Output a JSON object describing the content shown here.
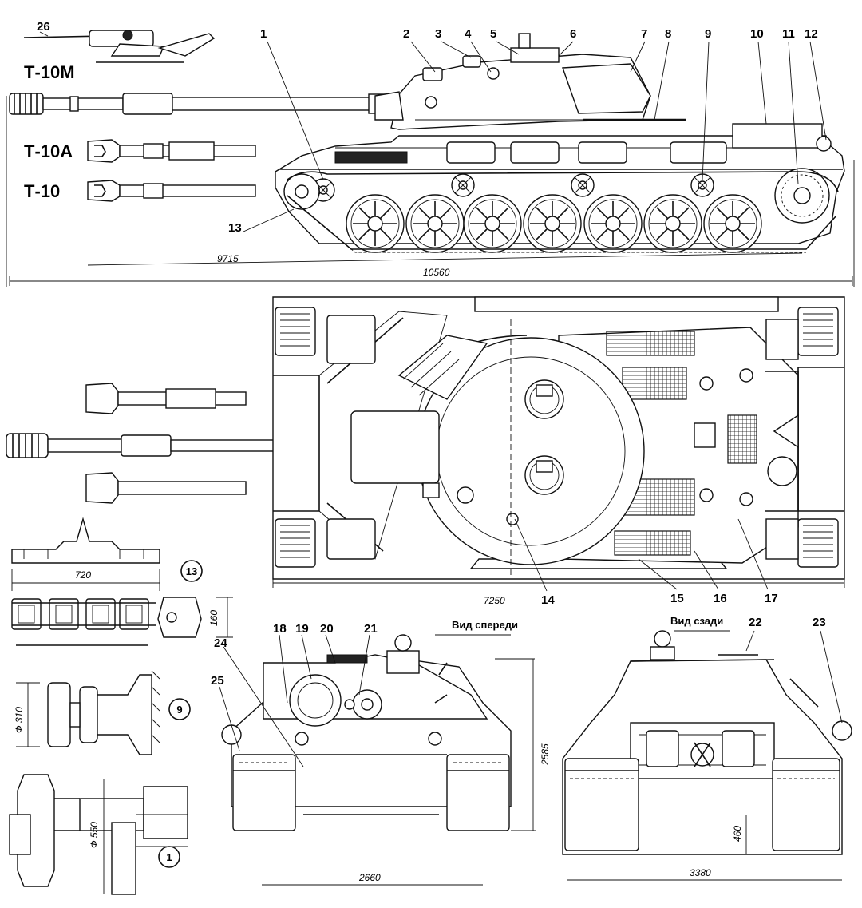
{
  "variants": [
    "Т-10М",
    "Т-10А",
    "Т-10"
  ],
  "views": {
    "front": "Вид спереди",
    "rear": "Вид сзади"
  },
  "callouts": [
    "1",
    "2",
    "3",
    "4",
    "5",
    "6",
    "7",
    "8",
    "9",
    "10",
    "11",
    "12",
    "13",
    "14",
    "15",
    "16",
    "17",
    "18",
    "19",
    "20",
    "21",
    "22",
    "23",
    "24",
    "25",
    "26"
  ],
  "circled_details": [
    "13",
    "9",
    "1"
  ],
  "dimensions": {
    "hull_length_side": "9715",
    "overall_length": "10560",
    "hull_length_top": "7250",
    "track_link_width": "720",
    "track_pitch": "160",
    "road_wheel_dia": "Ф 310",
    "idler_dia": "Ф 550",
    "track_width_front": "2660",
    "height": "2585",
    "width_rear": "3380",
    "clearance": "460"
  },
  "ink_color": "#111111",
  "paper_color": "#ffffff"
}
